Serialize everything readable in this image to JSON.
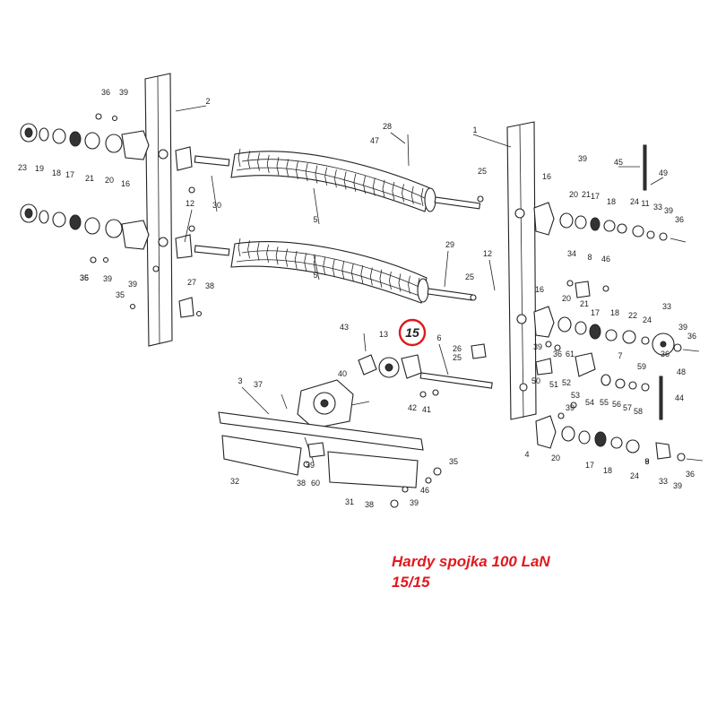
{
  "diagram": {
    "part_numbers": [
      "1",
      "2",
      "3",
      "4",
      "5",
      "6",
      "7",
      "8",
      "9",
      "11",
      "12",
      "13",
      "15",
      "16",
      "17",
      "18",
      "19",
      "20",
      "21",
      "22",
      "23",
      "24",
      "25",
      "26",
      "27",
      "28",
      "29",
      "30",
      "31",
      "32",
      "33",
      "34",
      "35",
      "36",
      "37",
      "38",
      "39",
      "40",
      "41",
      "42",
      "43",
      "44",
      "45",
      "46",
      "47",
      "48",
      "49",
      "50",
      "51",
      "52",
      "53",
      "54",
      "55",
      "56",
      "57",
      "58",
      "59",
      "60",
      "61"
    ],
    "highlight": {
      "label": "15",
      "color": "#e0191f"
    }
  },
  "caption": {
    "line1": "Hardy spojka 100 LaN",
    "line2": "15/15"
  }
}
